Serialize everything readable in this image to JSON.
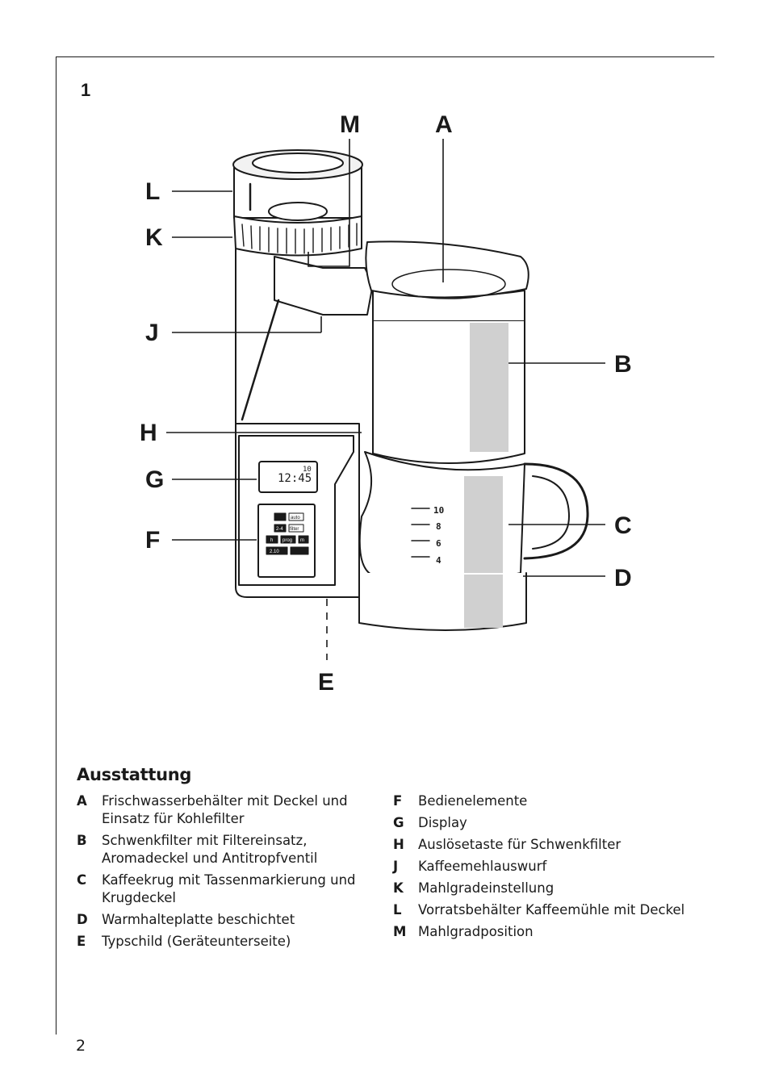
{
  "figure": {
    "number": "1",
    "callouts": [
      "A",
      "B",
      "C",
      "D",
      "E",
      "F",
      "G",
      "H",
      "J",
      "K",
      "L",
      "M"
    ],
    "carafe_marks": [
      "10",
      "8",
      "6",
      "4"
    ],
    "display_time": "12:45",
    "display_cups": "10",
    "keypad_labels": [
      "auto",
      "2-4",
      "filter",
      "h",
      "prog",
      "m",
      "2.10"
    ]
  },
  "section": {
    "title": "Ausstattung",
    "items_left": [
      {
        "letter": "A",
        "text": "Frischwasserbehälter mit Deckel und Einsatz für Kohlefilter"
      },
      {
        "letter": "B",
        "text": "Schwenkfilter mit Filtereinsatz, Aromadeckel und Antitropfventil"
      },
      {
        "letter": "C",
        "text": "Kaffeekrug mit Tassenmarkierung und Krugdeckel"
      },
      {
        "letter": "D",
        "text": "Warmhalteplatte beschichtet"
      },
      {
        "letter": "E",
        "text": "Typschild (Geräteunterseite)"
      }
    ],
    "items_right": [
      {
        "letter": "F",
        "text": "Bedienelemente"
      },
      {
        "letter": "G",
        "text": "Display"
      },
      {
        "letter": "H",
        "text": "Auslösetaste für Schwenkfilter"
      },
      {
        "letter": "J",
        "text": "Kaffeemehlauswurf"
      },
      {
        "letter": "K",
        "text": "Mahlgradeinstellung"
      },
      {
        "letter": "L",
        "text": "Vorratsbehälter Kaffeemühle mit Deckel"
      },
      {
        "letter": "M",
        "text": "Mahlgradposition"
      }
    ]
  },
  "page": {
    "number": "2"
  }
}
